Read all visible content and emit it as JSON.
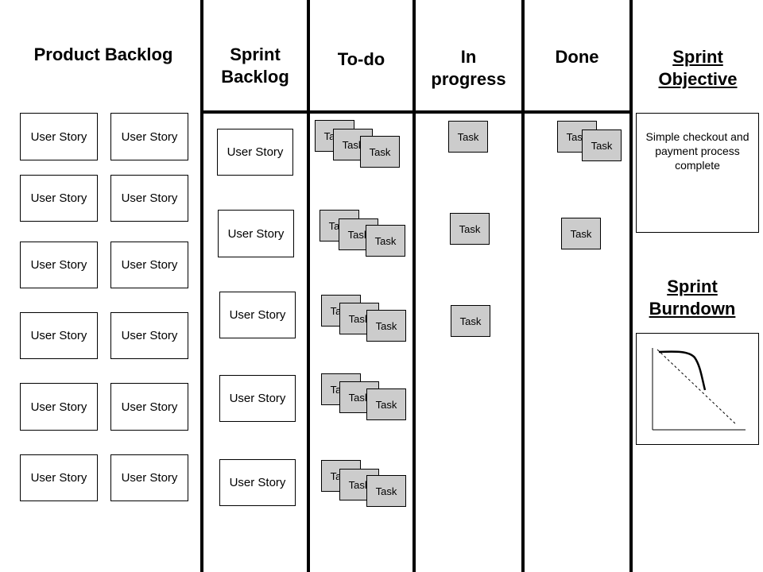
{
  "columns": {
    "product_backlog": "Product Backlog",
    "sprint_backlog": "Sprint\nBacklog",
    "todo": "To-do",
    "in_progress": "In\nprogress",
    "done": "Done",
    "sprint_objective": "Sprint\nObjective"
  },
  "story_label": "User Story",
  "task_label": "Task",
  "objective_text": "Simple checkout and payment process complete",
  "burndown_title": "Sprint\nBurndown"
}
